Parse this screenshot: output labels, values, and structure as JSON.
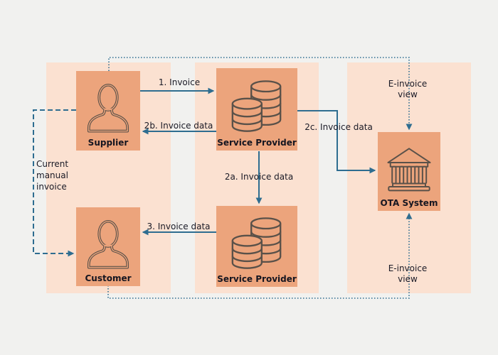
{
  "diagram_type": "e-invoicing process flow",
  "colors": {
    "background": "#f1f1ef",
    "column_band": "#fbe1d1",
    "node_fill": "#eca47c",
    "connector_line": "#2e6d90",
    "label_text": "#1a1a26",
    "icon_stroke": "#5a5149"
  },
  "nodes": {
    "supplier": {
      "label": "Supplier",
      "icon": "person-icon"
    },
    "service_provider_top": {
      "label": "Service Provider",
      "icon": "database-icon"
    },
    "customer": {
      "label": "Customer",
      "icon": "person-icon"
    },
    "service_provider_bottom": {
      "label": "Service Provider",
      "icon": "database-icon"
    },
    "ota_system": {
      "label": "OTA System",
      "icon": "bank-icon"
    }
  },
  "edges": {
    "invoice_1": {
      "label": "1. Invoice",
      "from": "Supplier",
      "to": "Service Provider",
      "style": "solid"
    },
    "invoice_2b": {
      "label": "2b. Invoice data",
      "from": "Service Provider",
      "to": "Supplier",
      "style": "solid"
    },
    "invoice_2a": {
      "label": "2a. Invoice data",
      "from": "Service Provider",
      "to": "Service Provider",
      "style": "solid"
    },
    "invoice_2c": {
      "label": "2c. Invoice data",
      "from": "Service Provider",
      "to": "OTA System",
      "style": "solid"
    },
    "invoice_3": {
      "label": "3. Invoice data",
      "from": "Service Provider",
      "to": "Customer",
      "style": "solid"
    },
    "current_manual": {
      "label": "Current\nmanual\ninvoice",
      "from": "Supplier",
      "to": "Customer",
      "style": "dashed"
    },
    "einvoice_view_top": {
      "label": "E-invoice\nview",
      "from": "Supplier",
      "to": "OTA System",
      "style": "dotted"
    },
    "einvoice_view_bottom": {
      "label": "E-invoice\nview",
      "from": "Customer",
      "to": "OTA System",
      "style": "dotted"
    }
  }
}
